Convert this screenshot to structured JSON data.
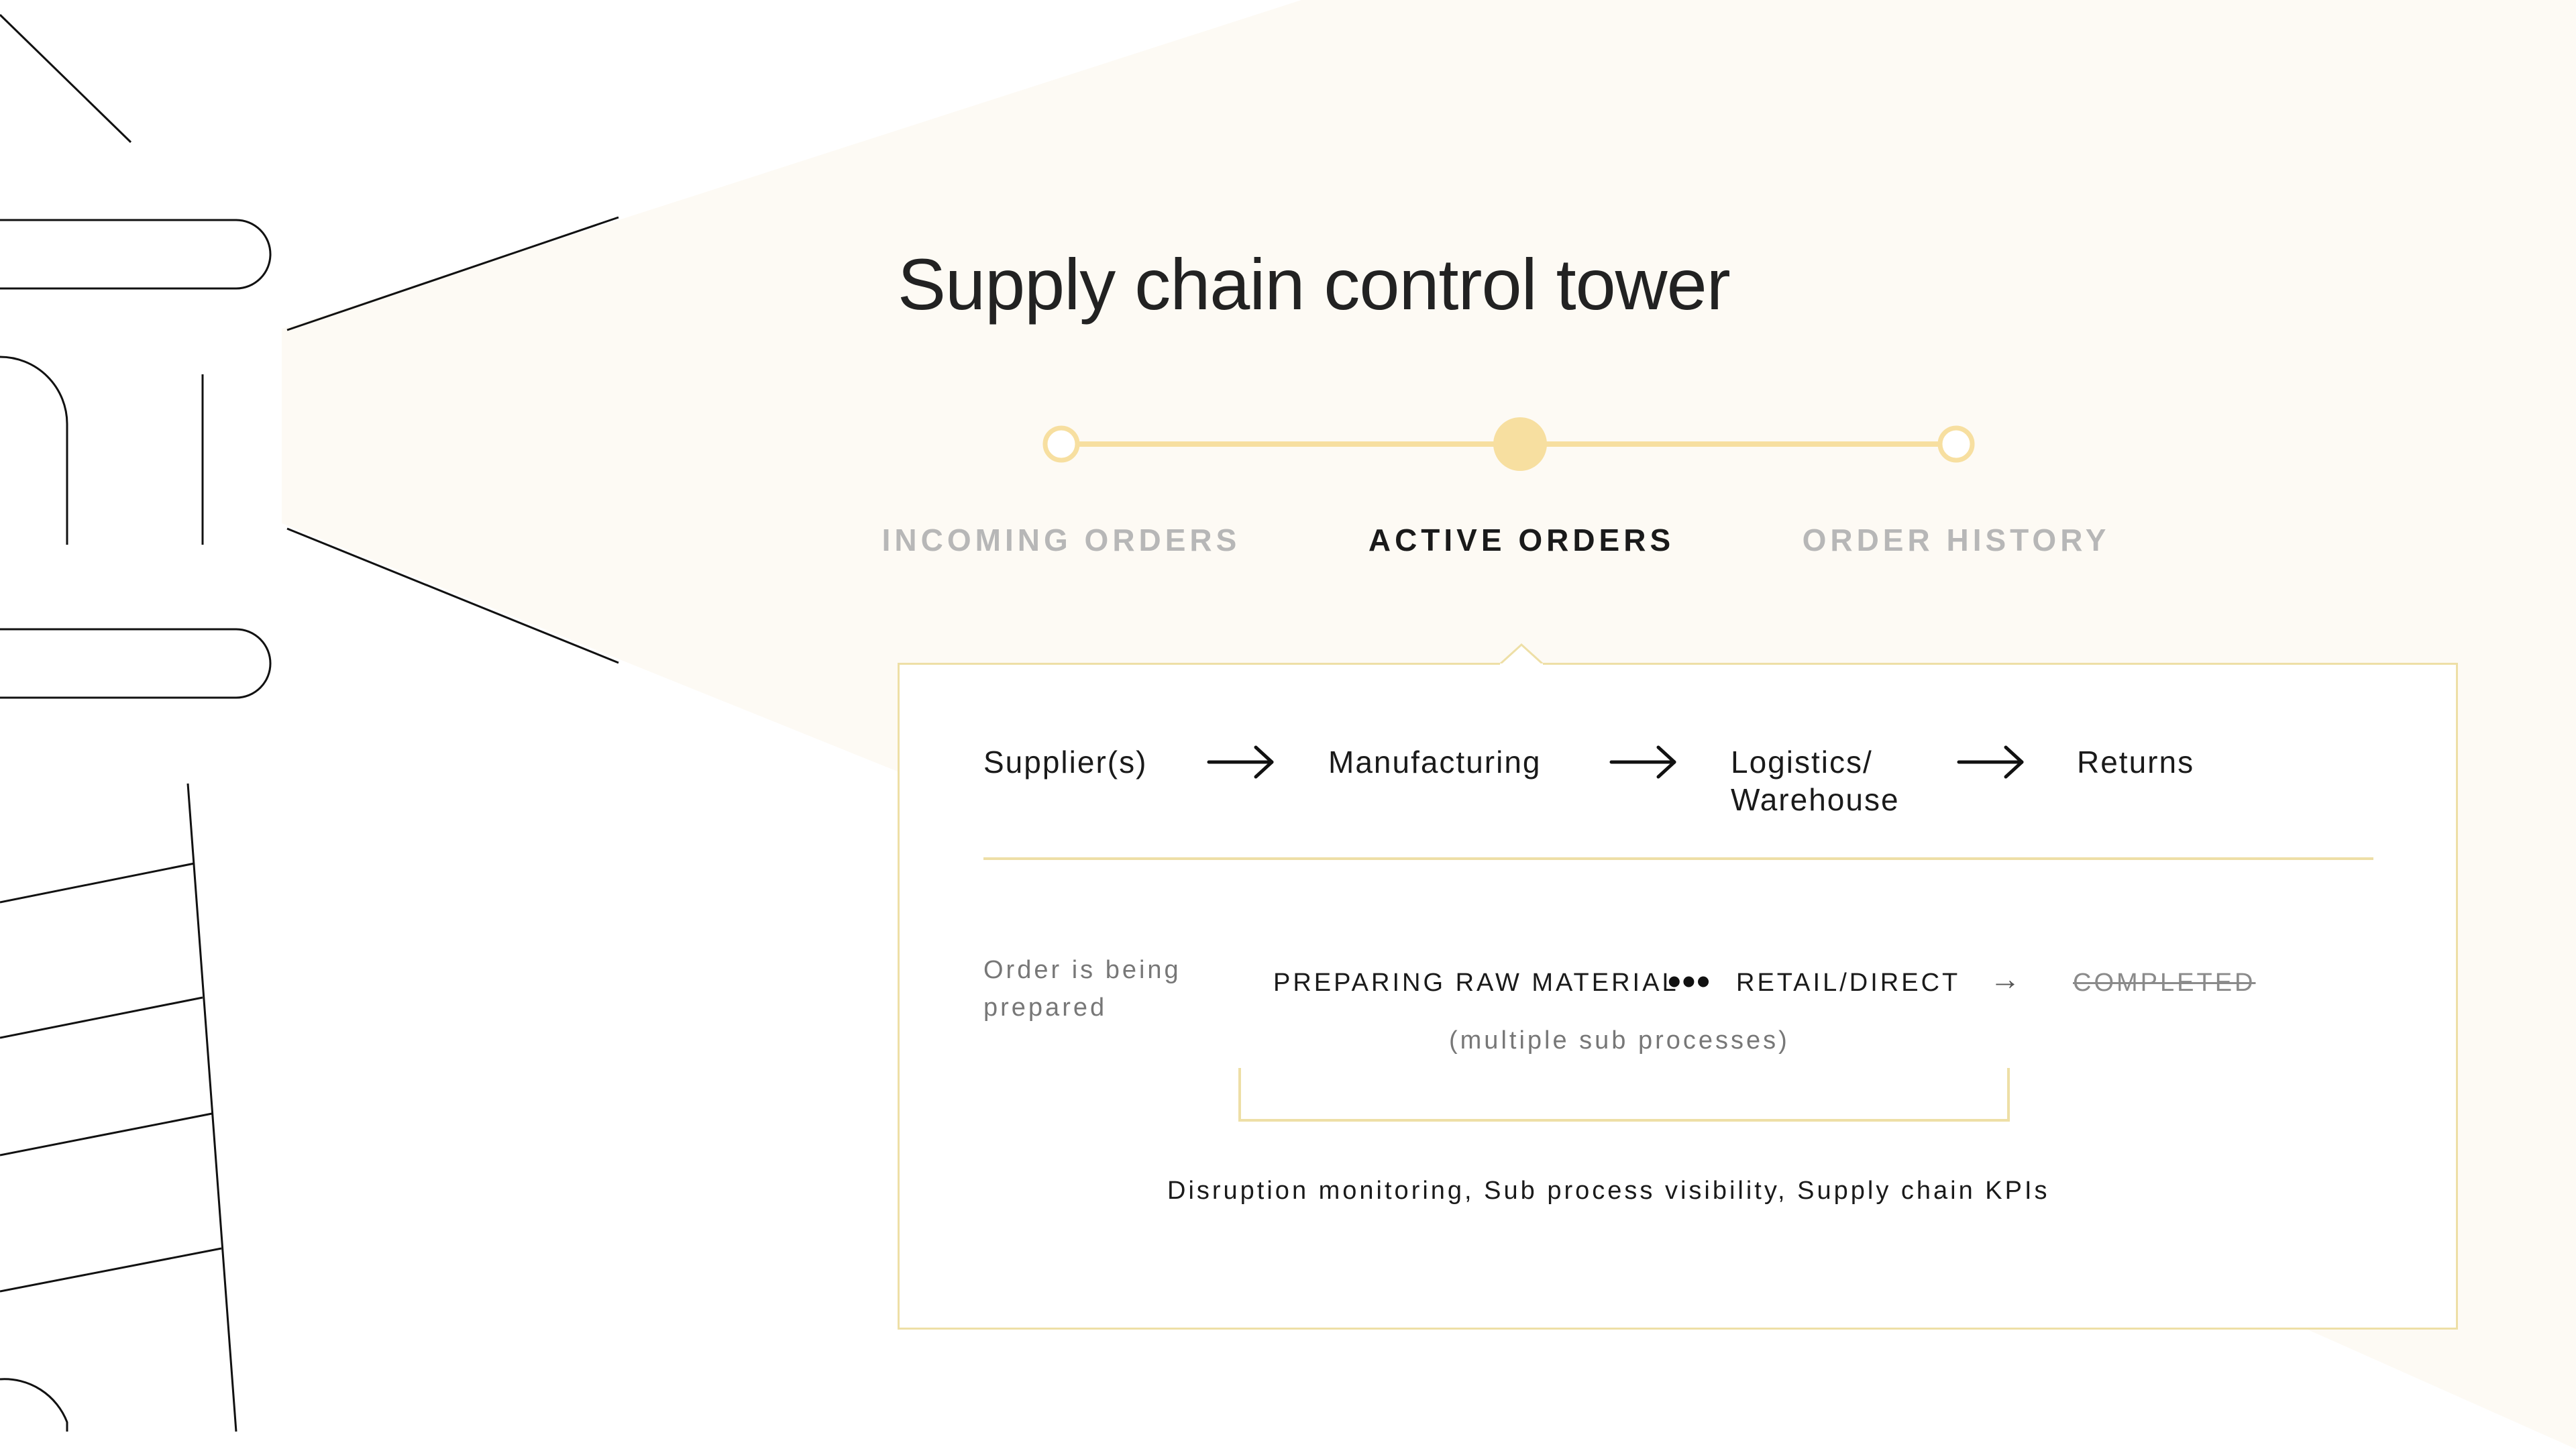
{
  "page": {
    "title": "Supply chain control tower"
  },
  "colors": {
    "accent": "#f7dfa0",
    "panel_border": "#eedfa6",
    "beam": "#fdfaf4",
    "muted_text": "#b7b7b7",
    "line_art": "#111111"
  },
  "stepper": {
    "steps": [
      {
        "label": "INCOMING ORDERS",
        "state": "inactive"
      },
      {
        "label": "ACTIVE ORDERS",
        "state": "active"
      },
      {
        "label": "ORDER HISTORY",
        "state": "inactive"
      }
    ],
    "active_index": 1
  },
  "flow": {
    "stages": [
      "Supplier(s)",
      "Manufacturing",
      "Logistics/",
      "Warehouse",
      "Returns"
    ],
    "arrow_icon": "long-arrow-right-icon"
  },
  "status_row": {
    "description": "Order is being prepared",
    "description_lines": [
      "Order is being",
      "prepared"
    ],
    "stage_1": "PREPARING RAW MATERIAL",
    "ellipsis_icon": "ellipsis-icon",
    "stage_2": "RETAIL/DIRECT",
    "arrow": "→",
    "stage_3": "COMPLETED",
    "note": "(multiple sub processes)"
  },
  "summary": "Disruption monitoring, Sub process visibility, Supply chain KPIs"
}
